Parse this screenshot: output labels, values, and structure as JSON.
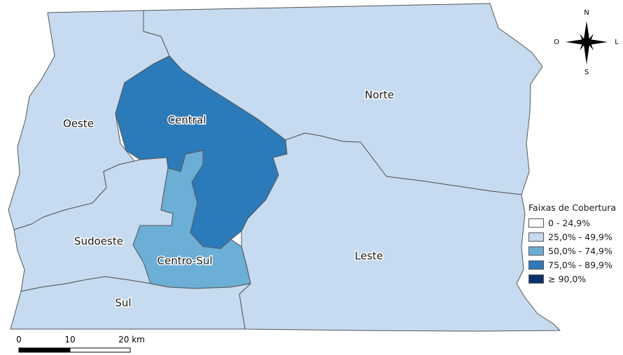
{
  "colors": {
    "band1": "#ffffff",
    "band2": "#c6dbef",
    "band3": "#6baed6",
    "band4": "#2b7bba",
    "band5": "#08306b",
    "border": "#555555"
  },
  "regions": {
    "norte": "Norte",
    "oeste": "Oeste",
    "central": "Central",
    "sudoeste": "Sudoeste",
    "centro_sul": "Centro-Sul",
    "leste": "Leste",
    "sul": "Sul"
  },
  "region_bands": {
    "norte": 2,
    "oeste": 2,
    "central": 4,
    "sudoeste": 2,
    "centro_sul": 3,
    "leste": 2,
    "sul": 2
  },
  "legend": {
    "title": "Faixas de Cobertura",
    "items": [
      "0 - 24,9%",
      "25,0% - 49,9%",
      "50,0% - 74,9%",
      "75,0% - 89,9%",
      "≥ 90,0%"
    ]
  },
  "compass": {
    "n": "N",
    "s": "S",
    "o": "O",
    "l": "L",
    "icon": "compass-rose-icon"
  },
  "scale": {
    "labels": [
      "0",
      "10",
      "20 km"
    ]
  }
}
